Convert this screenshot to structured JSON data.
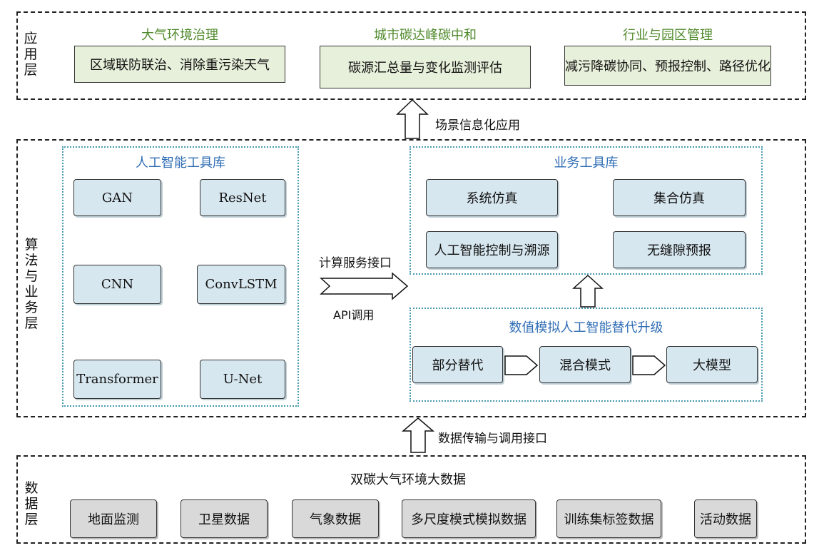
{
  "application_layer": {
    "title": "应用层",
    "sections": [
      {
        "heading": "大气环境治理",
        "box": "区域联防联治、消除重污染天气"
      },
      {
        "heading": "城市碳达峰碳中和",
        "box": "碳源汇总量与变化监测评估"
      },
      {
        "heading": "行业与园区管理",
        "box": "减污降碳协同、预报控制、路径优化"
      }
    ]
  },
  "scenario_arrow_label": "场景信息化应用",
  "algorithm_layer": {
    "title": "算法与业务层",
    "ai_toolkit": {
      "title": "人工智能工具库",
      "items": [
        "GAN",
        "ResNet",
        "CNN",
        "ConvLSTM",
        "Transformer",
        "U-Net"
      ]
    },
    "compute_interface": {
      "top_label": "计算服务接口",
      "bottom_label": "API调用"
    },
    "business_toolkit": {
      "title": "业务工具库",
      "items": [
        "系统仿真",
        "集合仿真",
        "人工智能控制与溯源",
        "无缝隙预报"
      ]
    },
    "upgrade": {
      "title": "数值模拟人工智能替代升级",
      "steps": [
        "部分替代",
        "混合模式",
        "大模型"
      ]
    }
  },
  "data_arrow_label": "数据传输与调用接口",
  "data_layer": {
    "title": "数据层",
    "heading": "双碳大气环境大数据",
    "items": [
      "地面监测",
      "卫星数据",
      "气象数据",
      "多尺度模式模拟数据",
      "训练集标签数据",
      "活动数据"
    ]
  },
  "colors": {
    "green_heading": "#4f8a2b",
    "blue_heading": "#2f6db5",
    "green_box": "#e7f0da",
    "blue_box": "#d7e7ef",
    "gray_box": "#d9d9d9"
  }
}
